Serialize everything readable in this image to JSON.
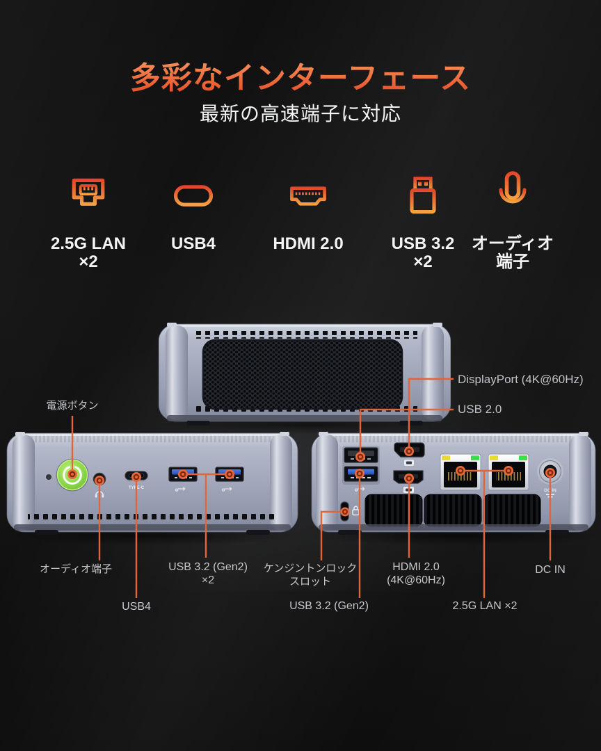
{
  "header": {
    "title": "多彩なインターフェース",
    "subtitle": "最新の高速端子に対応"
  },
  "features": [
    {
      "icon": "ethernet-port-icon",
      "line1": "2.5G LAN",
      "line2": "×2"
    },
    {
      "icon": "usb-c-icon",
      "line1": "USB4",
      "line2": ""
    },
    {
      "icon": "hdmi-port-icon",
      "line1": "HDMI 2.0",
      "line2": ""
    },
    {
      "icon": "usb-a-icon",
      "line1": "USB 3.2",
      "line2": "×2"
    },
    {
      "icon": "microphone-icon",
      "line1": "オーディオ",
      "line2": "端子"
    }
  ],
  "callouts": {
    "power": "電源ボタン",
    "displayport": "DisplayPort (4K@60Hz)",
    "usb20": "USB 2.0",
    "audio": "オーディオ端子",
    "usb4": "USB4",
    "usb32_front_line1": "USB 3.2 (Gen2)",
    "usb32_front_line2": "×2",
    "kensington_line1": "ケンジントンロック",
    "kensington_line2": "スロット",
    "usb32_rear": "USB 3.2 (Gen2)",
    "hdmi_line1": "HDMI 2.0",
    "hdmi_line2": "(4K@60Hz)",
    "lan": "2.5G LAN ×2",
    "dcin": "DC IN"
  },
  "device_markings": {
    "typec": "TYPE-C",
    "dcin": "DC IN"
  },
  "colors": {
    "accent_orange": "#e2643a",
    "title_gradient_top": "#f79a63",
    "title_gradient_bottom": "#e84e25",
    "icon_gradient_top": "#e2472a",
    "icon_gradient_bottom": "#f5a042",
    "background": "#121212",
    "device_silver": "#a6acbd",
    "power_button_green": "#8cd64a",
    "usb_port_blue": "#2f62d6",
    "lan_led_yellow": "#e6db2e",
    "lan_led_green": "#3ae04a",
    "label_gray": "#c6c8cc"
  }
}
